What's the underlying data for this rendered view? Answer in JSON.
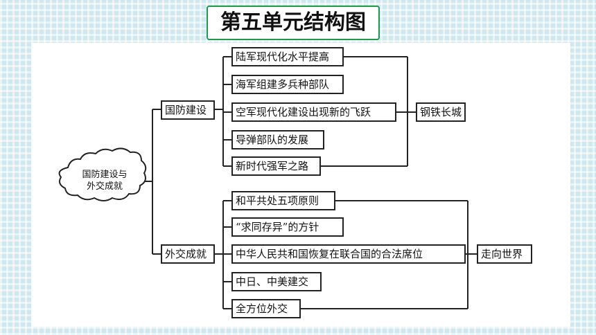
{
  "title": "第五单元结构图",
  "root": {
    "line1": "国防建设与",
    "line2": "外交成就"
  },
  "branches": {
    "defense": {
      "label": "国防建设",
      "items": [
        "陆军现代化水平提高",
        "海军组建多兵种部队",
        "空军现代化建设出现新的飞跃",
        "导弹部队的发展",
        "新时代强军之路"
      ],
      "summary": "钢铁长城"
    },
    "diplomacy": {
      "label": "外交成就",
      "items": [
        "和平共处五项原则",
        "“求同存异”的方针",
        "中华人民共和国恢复在联合国的合法席位",
        "中日、中美建交",
        "全方位外交"
      ],
      "summary": "走向世界"
    }
  }
}
